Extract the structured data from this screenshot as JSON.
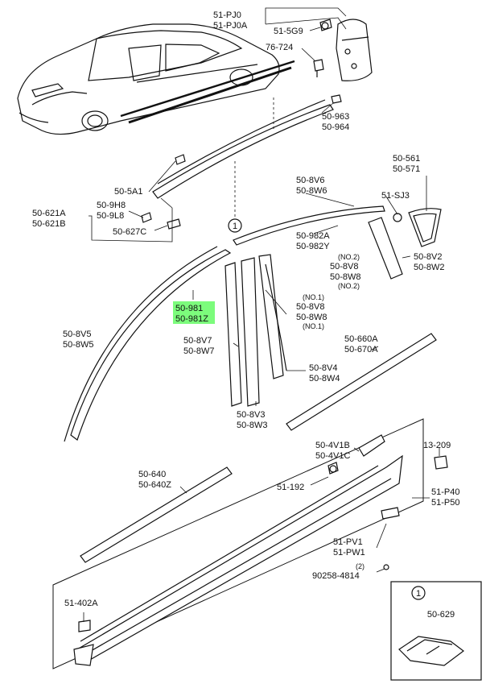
{
  "highlight_color": "#7CFC7C",
  "callouts": [
    {
      "id": "c1",
      "lines": [
        "51-PJ0",
        "51-PJ0A"
      ]
    },
    {
      "id": "c2",
      "lines": [
        "51-5G9"
      ]
    },
    {
      "id": "c3",
      "lines": [
        "76-724"
      ]
    },
    {
      "id": "c4",
      "lines": [
        "50-963",
        "50-964"
      ]
    },
    {
      "id": "c5",
      "lines": [
        "50-5A1"
      ]
    },
    {
      "id": "c6",
      "lines": [
        "50-621A",
        "50-621B"
      ]
    },
    {
      "id": "c7",
      "lines": [
        "50-9H8",
        "50-9L8"
      ]
    },
    {
      "id": "c8",
      "lines": [
        "50-627C"
      ]
    },
    {
      "id": "c9",
      "lines": [
        "50-561",
        "50-571"
      ]
    },
    {
      "id": "c10",
      "lines": [
        "51-SJ3"
      ]
    },
    {
      "id": "c11",
      "lines": [
        "50-8V6",
        "50-8W6"
      ]
    },
    {
      "id": "c12",
      "lines": [
        "50-982A",
        "50-982Y"
      ]
    },
    {
      "id": "c13",
      "lines": [
        "(NO.2)",
        "50-8V8",
        "50-8W8",
        "(NO.2)"
      ]
    },
    {
      "id": "c14",
      "lines": [
        "50-8V2",
        "50-8W2"
      ]
    },
    {
      "id": "c15",
      "lines": [
        "50-981",
        "50-981Z"
      ],
      "highlight": true
    },
    {
      "id": "c16",
      "lines": [
        "(NO.1)",
        "50-8V8",
        "50-8W8",
        "(NO.1)"
      ]
    },
    {
      "id": "c17",
      "lines": [
        "50-8V5",
        "50-8W5"
      ]
    },
    {
      "id": "c18",
      "lines": [
        "50-8V7",
        "50-8W7"
      ]
    },
    {
      "id": "c19",
      "lines": [
        "50-660A",
        "50-670A"
      ]
    },
    {
      "id": "c20",
      "lines": [
        "50-8V4",
        "50-8W4"
      ]
    },
    {
      "id": "c21",
      "lines": [
        "50-8V3",
        "50-8W3"
      ]
    },
    {
      "id": "c22",
      "lines": [
        "50-4V1B",
        "50-4V1C"
      ]
    },
    {
      "id": "c23",
      "lines": [
        "13-209"
      ]
    },
    {
      "id": "c24",
      "lines": [
        "50-640",
        "50-640Z"
      ]
    },
    {
      "id": "c25",
      "lines": [
        "51-192"
      ]
    },
    {
      "id": "c26",
      "lines": [
        "51-P40",
        "51-P50"
      ]
    },
    {
      "id": "c27",
      "lines": [
        "51-PV1",
        "51-PW1"
      ]
    },
    {
      "id": "c28",
      "lines": [
        "(2)",
        "90258-4814"
      ]
    },
    {
      "id": "c29",
      "lines": [
        "51-402A"
      ]
    }
  ],
  "ref_markers": [
    "1",
    "1"
  ],
  "inset": {
    "marker": "1",
    "part": "50-629"
  }
}
